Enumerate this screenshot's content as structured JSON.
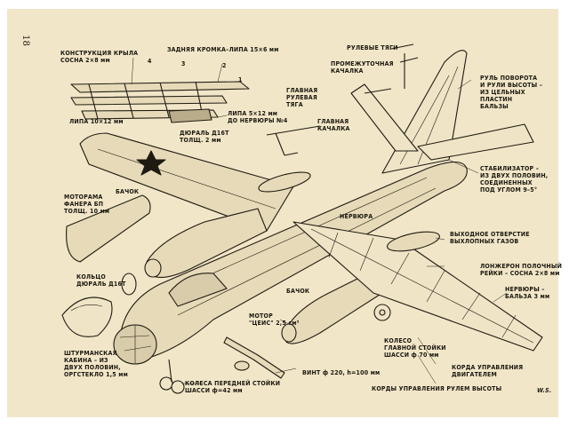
{
  "page_number": "18",
  "labels": {
    "wing_construction": "КОНСТРУКЦИЯ КРЫЛА\nСОСНА 2×8 мм",
    "trailing_edge": "ЗАДНЯЯ КРОМКА–ЛИПА 15×6 мм",
    "rib_numbers": [
      "1",
      "2",
      "3",
      "4"
    ],
    "linden_leading": "ЛИПА 10×12 мм",
    "linden_ribs": "ЛИПА 5×12 мм\nДО НЕРВЮРЫ №4",
    "duralumin": "ДЮРАЛЬ Д16Т\nТОЛЩ. 2 мм",
    "rudder_rods": "РУЛЕВЫЕ ТЯГИ",
    "intermediate_rocker": "ПРОМЕЖУТОЧНАЯ\nКАЧАЛКА",
    "main_rod": "ГЛАВНАЯ\nРУЛЕВАЯ\nТЯГА",
    "main_rocker": "ГЛАВНАЯ\nКАЧАЛКА",
    "rudders": "РУЛЬ ПОВОРОТА\nИ РУЛИ ВЫСОТЫ –\nИЗ ЦЕЛЬНЫХ\nПЛАСТИН\nБАЛЬЗЫ",
    "stabilizer": "СТАБИЛИЗАТОР –\nИЗ ДВУХ ПОЛОВИН,\nСОЕДИНЕННЫХ\nПОД УГЛОМ 9–5°",
    "tank_top": "БАЧОК",
    "motor_frame": "МОТОРАМА\nФАНЕРА БП\nТОЛЩ. 10 мм",
    "rib_label": "НЕРВЮРА",
    "exhaust_outlet": "ВЫХОДНОЕ ОТВЕРСТИЕ\nВЫХЛОПНЫХ ГАЗОВ",
    "ring": "КОЛЬЦО\nДЮРАЛЬ Д16Т",
    "tank_mid": "БАЧОК",
    "spar": "ЛОНЖЕРОН ПОЛОЧНЫЙ\nРЕЙКИ – СОСНА 2×8 мм",
    "ribs_balsa": "НЕРВЮРЫ –\nБАЛЬЗА 3 мм",
    "navigator_cabin": "ШТУРМАНСКАЯ\nКАБИНА – ИЗ\nДВУХ ПОЛОВИН,\nОРГСТЕКЛО 1,5 мм",
    "motor": "МОТОР\n\"ЦЕИС\" 2,5 см³",
    "main_wheel": "КОЛЕСО\nГЛАВНОЙ СТОЙКИ\nШАССИ ф 70 мм",
    "engine_cords": "КОРДА УПРАВЛЕНИЯ\nДВИГАТЕЛЕМ",
    "front_wheels": "КОЛЕСА ПЕРЕДНЕЙ СТОЙКИ\nШАССИ ф=42 мм",
    "propeller": "ВИНТ ф 220, h=100 мм",
    "elevator_cords": "КОРДЫ УПРАВЛЕНИЯ РУЛЕМ ВЫСОТЫ",
    "signature": "W.S."
  }
}
